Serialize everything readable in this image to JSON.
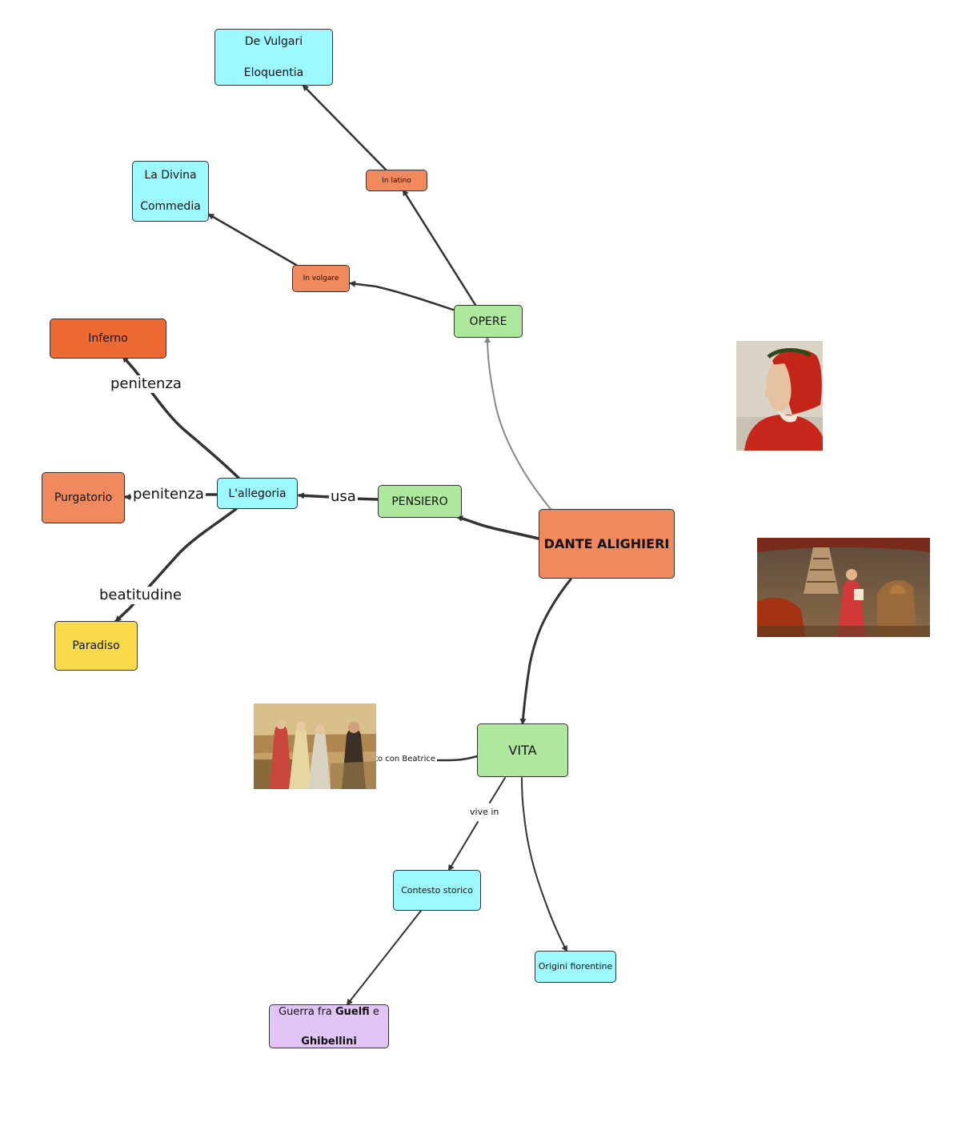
{
  "nodes": {
    "dante": "DANTE ALIGHIERI",
    "opere": "OPERE",
    "pensiero": "PENSIERO",
    "vita": "VITA",
    "in_latino": "In latino",
    "in_volgare": "In volgare",
    "de_vulgari": [
      "De Vulgari",
      "Eloquentia"
    ],
    "divina": [
      "La Divina",
      "Commedia"
    ],
    "allegoria": "L'allegoria",
    "inferno": "Inferno",
    "purgatorio": "Purgatorio",
    "paradiso": "Paradiso",
    "contesto": "Contesto storico",
    "origini": "Origini fiorentine",
    "guerra": {
      "pre": "Guerra fra ",
      "b1": "Guelfi",
      "mid": " e",
      "b2": "Ghibellini"
    }
  },
  "edge_labels": {
    "usa": "usa",
    "penitenza_1": "penitenza",
    "penitenza_2": "penitenza",
    "beatitudine": "beatitudine",
    "beatrice": "Il rapporto con Beatrice",
    "vive_in": "vive in"
  },
  "images": {
    "portrait": "dante-portrait-image",
    "painting": "dante-divine-comedy-painting",
    "beatrice": "dante-beatrice-painting"
  },
  "colors": {
    "cyan": "#9bf9ff",
    "green": "#aee89c",
    "salmon": "#f0895e",
    "orange": "#ec6a31",
    "yellow": "#f8da4a",
    "lilac": "#e2c5f7"
  }
}
